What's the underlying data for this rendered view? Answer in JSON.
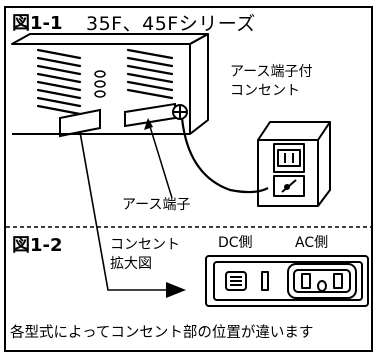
{
  "fig1": {
    "label": "図1-1",
    "title": "35F、45Fシリーズ",
    "outlet_label_line1": "アース端子付",
    "outlet_label_line2": "コンセント",
    "earth_terminal_label": "アース端子"
  },
  "fig2": {
    "label": "図1-2",
    "zoom_label_line1": "コンセント",
    "zoom_label_line2": "拡大図",
    "dc_label": "DC側",
    "ac_label": "AC側"
  },
  "caption": "各型式によってコンセント部の位置が違います"
}
